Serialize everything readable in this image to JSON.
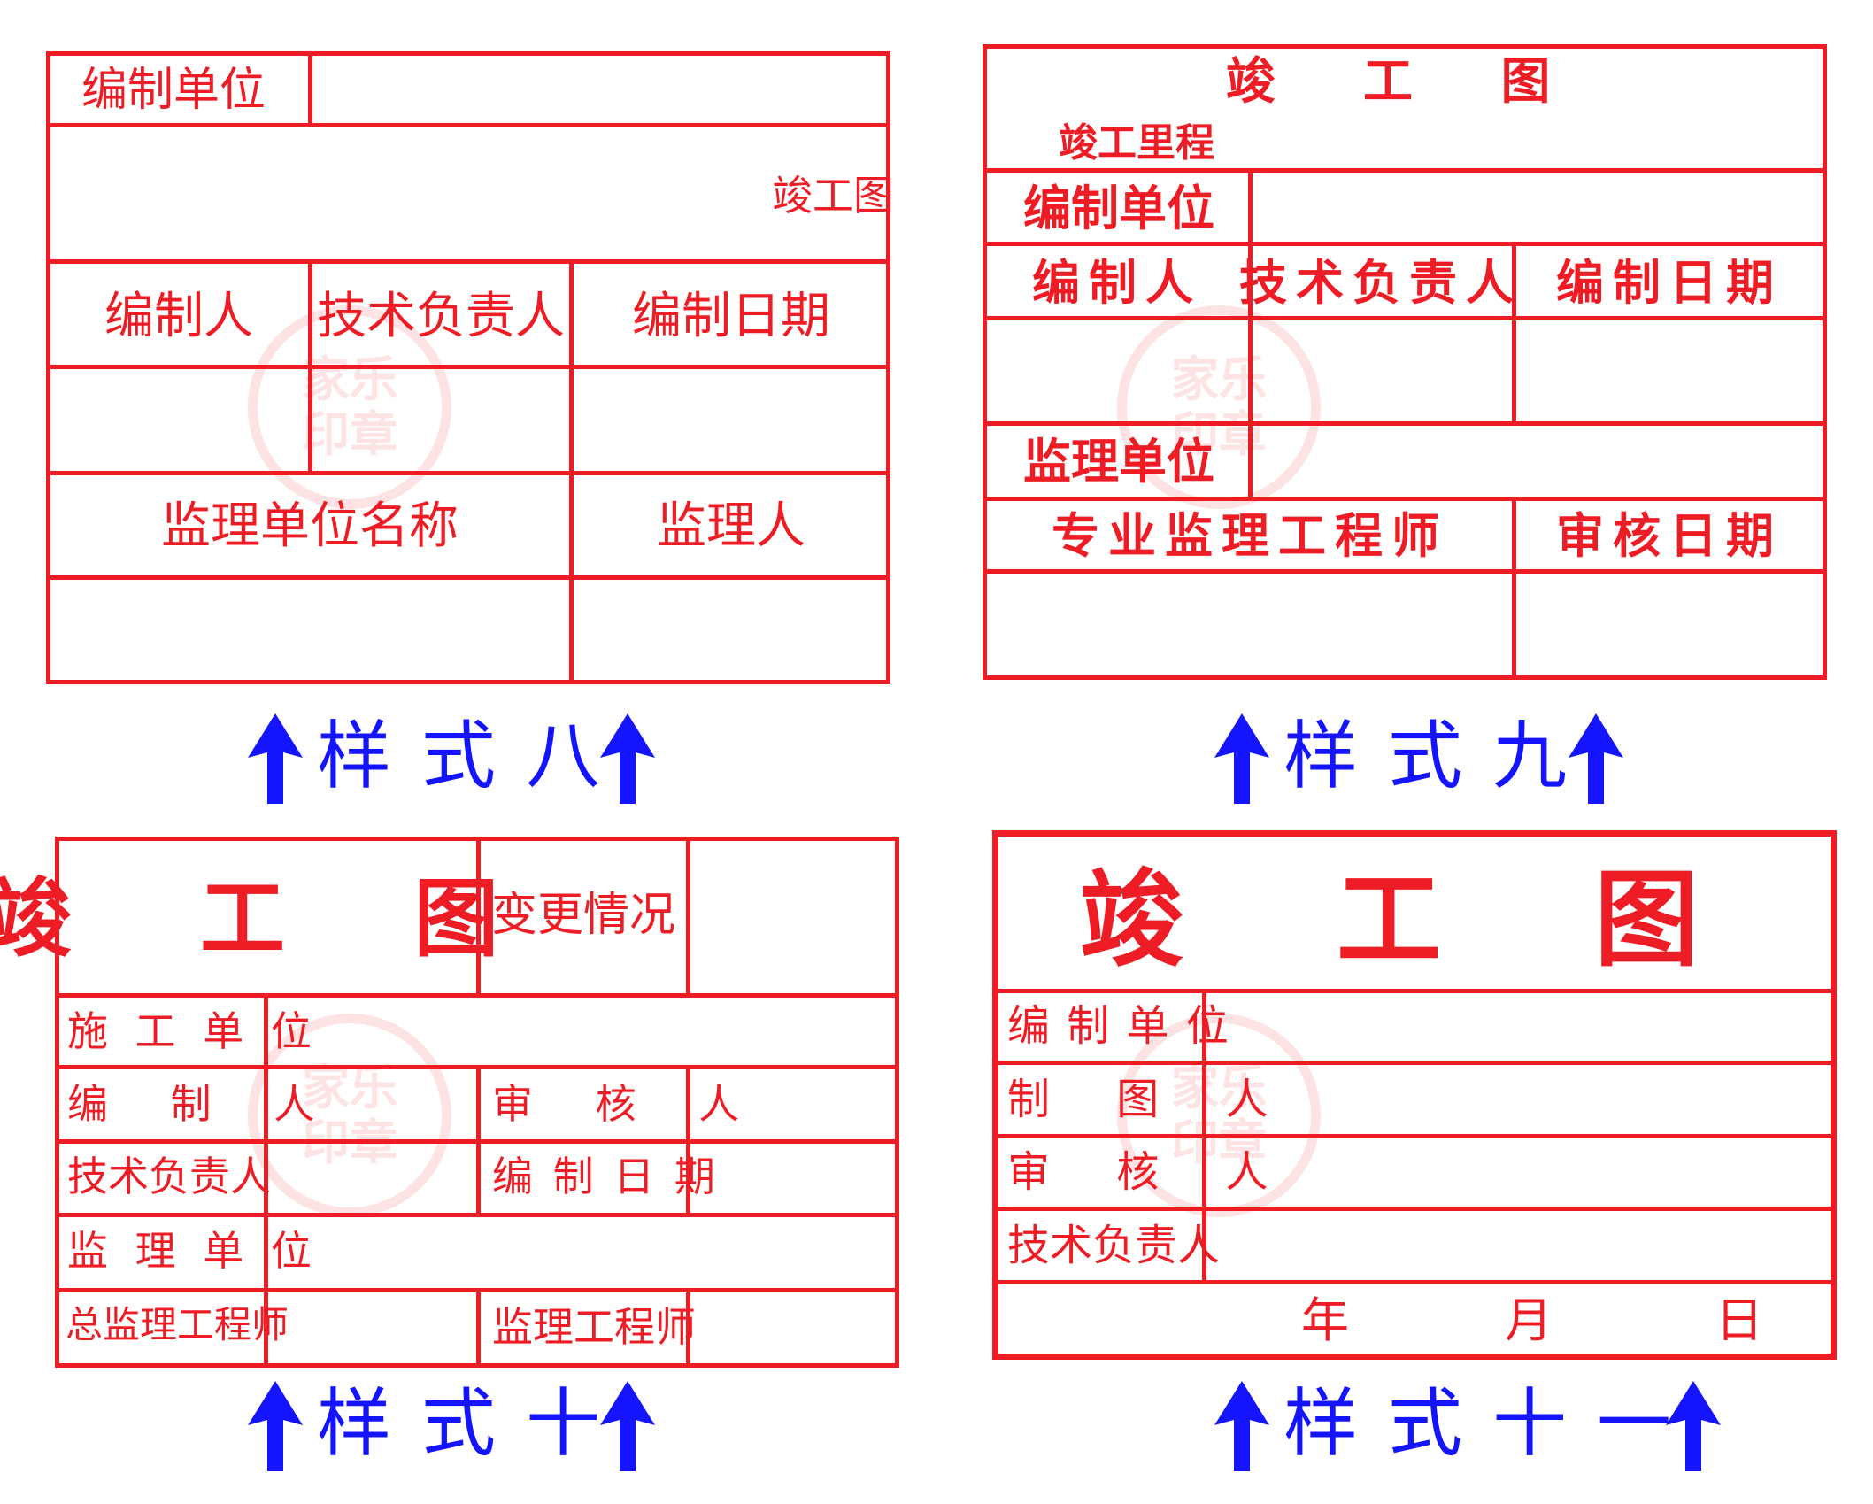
{
  "colors": {
    "stamp_red": "#ee1c24",
    "caption_blue": "#1414ff"
  },
  "watermark": {
    "line1": "家乐",
    "line2": "印章"
  },
  "style8": {
    "caption": "样式八",
    "unit_label": "编制单位",
    "drawing_label": "竣工图",
    "headers": [
      "编制人",
      "技术负责人",
      "编制日期"
    ],
    "supervision_unit_name": "监理单位名称",
    "supervisor": "监理人"
  },
  "style9": {
    "caption": "样式九",
    "title": "竣 工 图",
    "mileage_label": "竣工里程",
    "unit_label": "编制单位",
    "headers": [
      "编制人",
      "技术负责人",
      "编制日期"
    ],
    "supervision_unit": "监理单位",
    "engineer": "专业监理工程师",
    "review_date": "审核日期"
  },
  "style10": {
    "caption": "样式十",
    "title": "竣 工 图",
    "change_label": "变更情况",
    "construction_unit": "施 工 单 位",
    "compiler": "编 制 人",
    "reviewer": "审 核 人",
    "tech_lead": "技术负责人",
    "compile_date": "编 制 日 期",
    "supervision_unit": "监 理 单 位",
    "chief_engineer": "总监理工程师",
    "engineer": "监理工程师"
  },
  "style11": {
    "caption": "样式十一",
    "title": "竣 工 图",
    "rows": [
      "编 制 单 位",
      "制 图 人",
      "审 核 人",
      "技术负责人"
    ],
    "date": {
      "year": "年",
      "month": "月",
      "day": "日"
    }
  },
  "icons": {
    "arrow": "up-arrow-icon",
    "watermark": "circular-seal-watermark"
  }
}
